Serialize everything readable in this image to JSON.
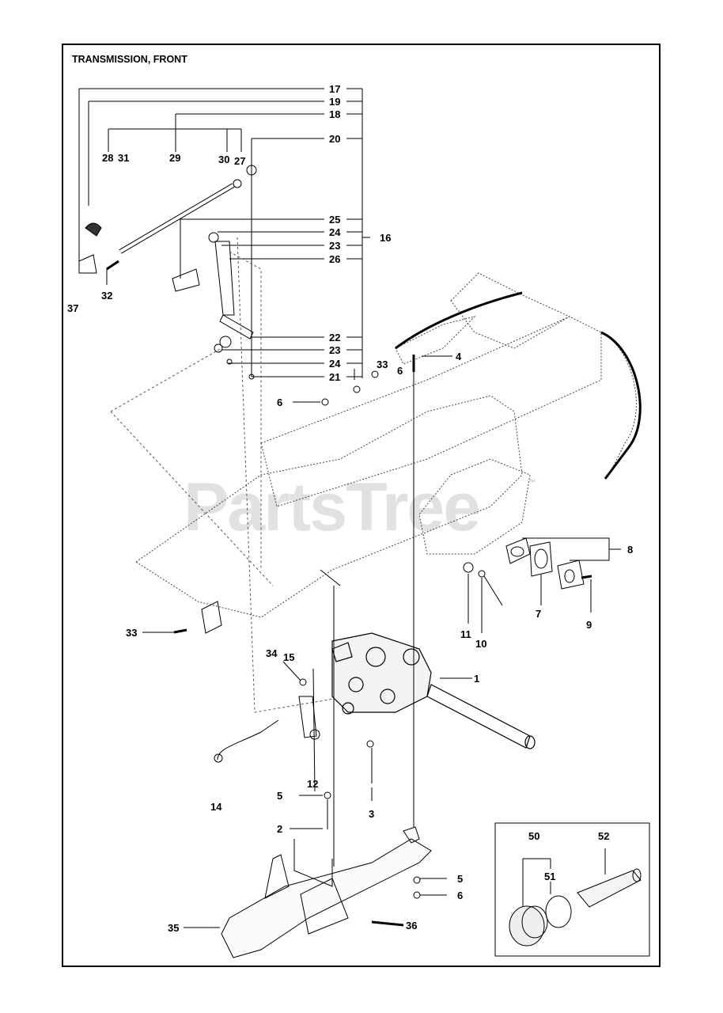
{
  "diagram": {
    "title": "TRANSMISSION, FRONT",
    "watermark": "PartsTree",
    "watermark_tm": "™",
    "callouts": [
      "17",
      "19",
      "18",
      "20",
      "28",
      "31",
      "29",
      "30",
      "27",
      "25",
      "24",
      "16",
      "23",
      "26",
      "37",
      "32",
      "22",
      "23",
      "24",
      "21",
      "4",
      "33",
      "6",
      "6",
      "8",
      "7",
      "9",
      "11",
      "10",
      "33",
      "15",
      "1",
      "34",
      "12",
      "14",
      "5",
      "3",
      "2",
      "5",
      "6",
      "35",
      "36",
      "50",
      "52",
      "51"
    ]
  }
}
